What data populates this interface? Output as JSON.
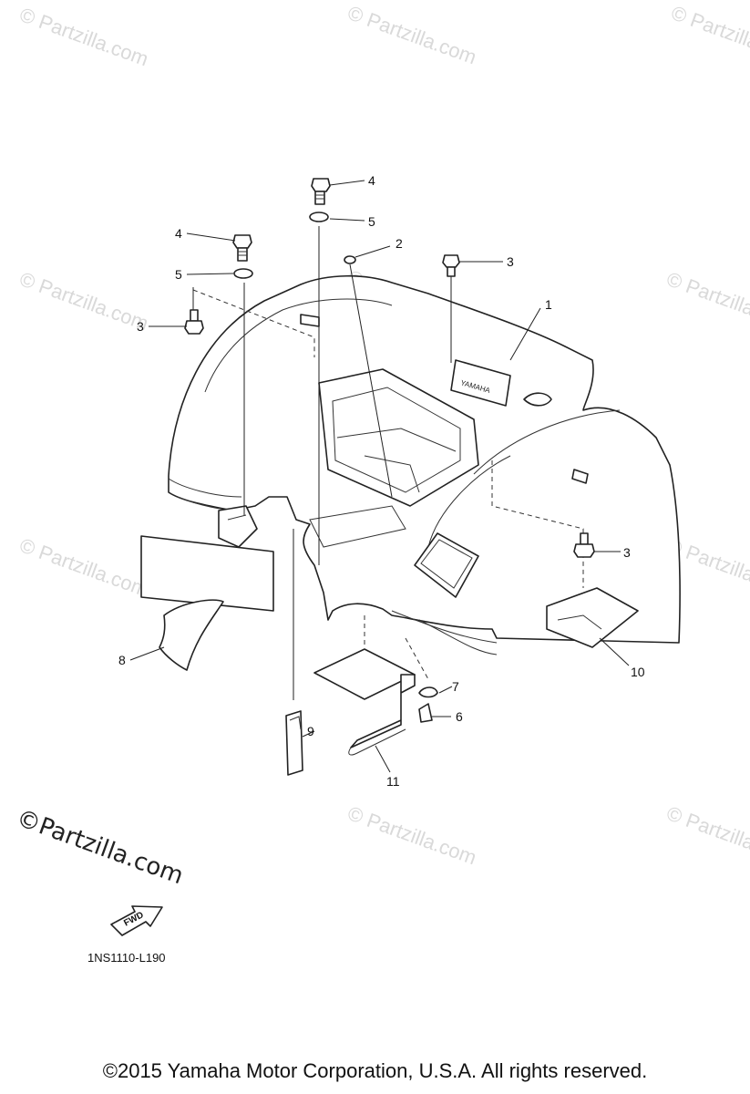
{
  "watermark": "© Partzilla.com",
  "partzilla_logo": {
    "symbol": "©",
    "text": "Partzilla.com"
  },
  "fwd_label": "FWD",
  "diagram_code": "1NS1110-L190",
  "copyright": "©2015  Yamaha Motor Corporation, U.S.A. All rights reserved.",
  "callouts": {
    "c1": "1",
    "c2": "2",
    "c3a": "3",
    "c3b": "3",
    "c3c": "3",
    "c4a": "4",
    "c4b": "4",
    "c5a": "5",
    "c5b": "5",
    "c6": "6",
    "c7": "7",
    "c8": "8",
    "c9": "9",
    "c10": "10",
    "c11": "11"
  }
}
